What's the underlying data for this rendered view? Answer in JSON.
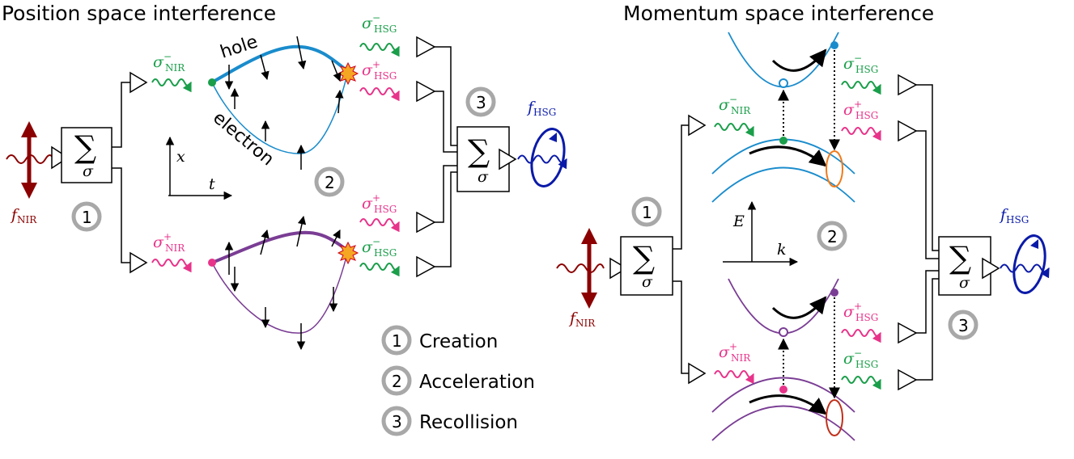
{
  "titles": {
    "left": "Position space interference",
    "right": "Momentum space interference"
  },
  "labels": {
    "sigma_nir_minus": {
      "base": "σ",
      "sub": "NIR",
      "sup": "−"
    },
    "sigma_nir_plus": {
      "base": "σ",
      "sub": "NIR",
      "sup": "+"
    },
    "sigma_hsg_minus": {
      "base": "σ",
      "sub": "HSG",
      "sup": "−"
    },
    "sigma_hsg_plus": {
      "base": "σ",
      "sub": "HSG",
      "sup": "+"
    },
    "f_nir": {
      "base": "f",
      "sub": "NIR"
    },
    "f_hsg": {
      "base": "f",
      "sub": "HSG"
    },
    "sum_symbol": "∑",
    "sum_var": "σ",
    "hole": "hole",
    "electron": "electron",
    "axis_x": "x",
    "axis_t": "t",
    "axis_E": "E",
    "axis_k": "k"
  },
  "steps": [
    "1",
    "2",
    "3"
  ],
  "legend": [
    {
      "num": "1",
      "text": "Creation"
    },
    {
      "num": "2",
      "text": "Acceleration"
    },
    {
      "num": "3",
      "text": "Recollision"
    }
  ],
  "colors": {
    "nir_red": "#8b0000",
    "sigma_minus_green": "#1a9e4a",
    "sigma_plus_pink": "#e8338a",
    "hsg_blue": "#0a1aa8",
    "band_blue": "#1a8ccc",
    "band_purple": "#7a3d94",
    "recollision_orange": "#f07a1a",
    "badge_gray": "#a8a8a8"
  }
}
